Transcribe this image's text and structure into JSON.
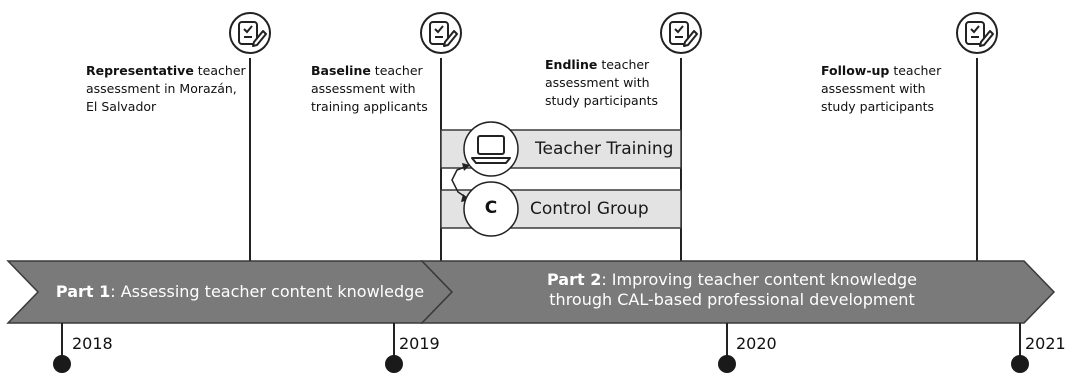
{
  "milestones": [
    {
      "bold": "Representative",
      "rest_line1": " teacher",
      "line2": "assessment in Morazán,",
      "line3": "El Salvador",
      "icon": "checklist-pen-icon"
    },
    {
      "bold": "Baseline",
      "rest_line1": " teacher",
      "line2": "assessment with",
      "line3": "training applicants",
      "icon": "checklist-pen-icon"
    },
    {
      "bold": "Endline",
      "rest_line1": " teacher",
      "line2": "assessment with",
      "line3": "study participants",
      "icon": "checklist-pen-icon"
    },
    {
      "bold": "Follow-up",
      "rest_line1": " teacher",
      "line2": "assessment with",
      "line3": "study participants",
      "icon": "checklist-pen-icon"
    }
  ],
  "arms": {
    "treatment": {
      "label": "Teacher Training",
      "icon": "laptop-icon"
    },
    "control": {
      "label": "Control Group",
      "icon_letter": "C"
    }
  },
  "parts": {
    "part1": {
      "bold": "Part 1",
      "text": ": Assessing teacher content knowledge"
    },
    "part2": {
      "bold": "Part 2",
      "text": ": Improving teacher content knowledge",
      "line2": "through CAL-based professional development"
    }
  },
  "years": [
    "2018",
    "2019",
    "2020",
    "2021"
  ],
  "colors": {
    "arrow_fill": "#7a7a7a",
    "arrow_stroke": "#3a3a3a",
    "band_fill": "#e3e3e3",
    "dot": "#1a1a1a"
  }
}
